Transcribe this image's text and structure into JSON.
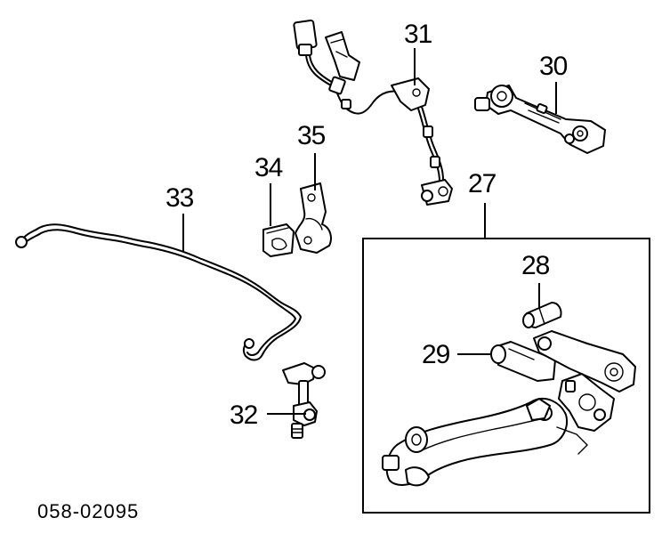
{
  "callouts": {
    "c27": "27",
    "c28": "28",
    "c29": "29",
    "c30": "30",
    "c31": "31",
    "c32": "32",
    "c33": "33",
    "c34": "34",
    "c35": "35"
  },
  "diagram_code": "058-02095"
}
